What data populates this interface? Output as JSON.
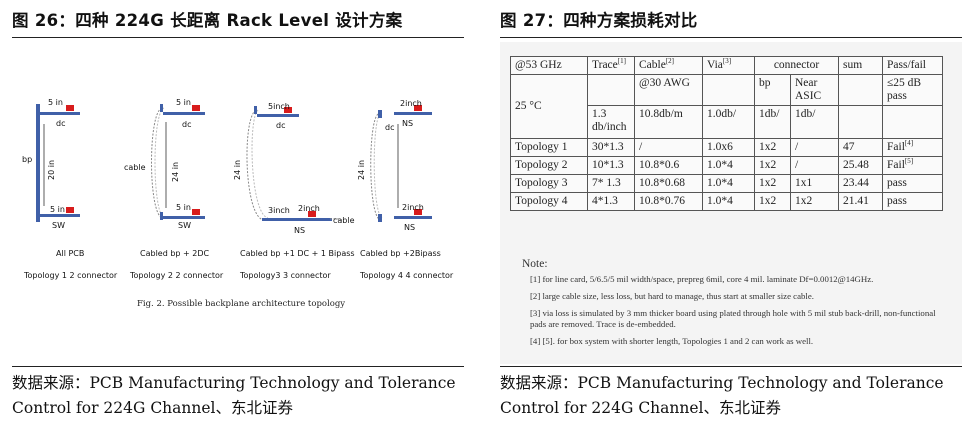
{
  "left": {
    "title": "图 26：四种 224G 长距离 Rack Level 设计方案",
    "source": "数据来源：PCB Manufacturing Technology and Tolerance Control for 224G Channel、东北证券",
    "diagram": {
      "bp": "bp",
      "t1": {
        "top_len": "5 in",
        "dc": "dc",
        "vert_len": "20 in",
        "bot_len": "5 in",
        "sw": "SW",
        "label": "All PCB",
        "caption": "Topology 1 2 connector"
      },
      "t2": {
        "top_len": "5 in",
        "dc": "dc",
        "cable": "cable",
        "vert_len": "24 in",
        "bot_len": "5 in",
        "sw": "SW",
        "label": "Cabled bp + 2DC",
        "caption": "Topology 2  2 connector"
      },
      "t3": {
        "top_len": "5inch",
        "dc": "dc",
        "vert_len": "24 in",
        "len_a": "3inch",
        "len_b": "2inch",
        "ns": "NS",
        "cable": "cable",
        "label": "Cabled bp +1 DC + 1 Bipass",
        "caption": "Topology3  3 connector"
      },
      "t4": {
        "top_len": "2inch",
        "dc": "dc",
        "ns_top": "NS",
        "vert_len": "24 in",
        "bot_len": "2inch",
        "ns_bot": "NS",
        "label": "Cabled bp +2Bipass",
        "caption": "Topology 4  4 connector"
      },
      "fig_caption": "Fig. 2. Possible backplane architecture topology"
    }
  },
  "right": {
    "title": "图 27：四种方案损耗对比",
    "source": "数据来源：PCB Manufacturing Technology and Tolerance Control for 224G Channel、东北证券",
    "table": {
      "h_freq": "@53 GHz",
      "h_trace": "Trace",
      "h_trace_ref": "[1]",
      "h_cable": "Cable",
      "h_cable_ref": "[2]",
      "h_via": "Via",
      "h_via_ref": "[3]",
      "h_connector": "connector",
      "h_sum": "sum",
      "h_pass": "Pass/fail",
      "temp": "25 °C",
      "cable_awg": "@30 AWG",
      "conn_bp": "bp",
      "conn_near": "Near ASIC",
      "pass_crit": "≤25 dB pass",
      "unit_trace": "1.3 db/inch",
      "unit_cable": "10.8db/m",
      "unit_via": "1.0db/",
      "unit_bp": "1db/",
      "unit_near": "1db/",
      "rows": [
        {
          "name": "Topology 1",
          "trace": "30*1.3",
          "cable": "/",
          "via": "1.0x6",
          "bp": "1x2",
          "near": "/",
          "sum": "47",
          "pass": "Fail",
          "ref": "[4]"
        },
        {
          "name": "Topology 2",
          "trace": "10*1.3",
          "cable": "10.8*0.6",
          "via": "1.0*4",
          "bp": "1x2",
          "near": "/",
          "sum": "25.48",
          "pass": "Fail",
          "ref": "[5]"
        },
        {
          "name": "Topology 3",
          "trace": "7* 1.3",
          "cable": "10.8*0.68",
          "via": "1.0*4",
          "bp": "1x2",
          "near": "1x1",
          "sum": "23.44",
          "pass": "pass",
          "ref": ""
        },
        {
          "name": "Topology 4",
          "trace": "4*1.3",
          "cable": "10.8*0.76",
          "via": "1.0*4",
          "bp": "1x2",
          "near": "1x2",
          "sum": "21.41",
          "pass": "pass",
          "ref": ""
        }
      ]
    },
    "notes": {
      "head": "Note:",
      "n1": "[1] for line card, 5/6.5/5 mil width/space, prepreg 6mil, core 4 mil. laminate Df=0.0012@14GHz.",
      "n2": "[2] large cable size, less loss, but hard to manage, thus start at smaller size cable.",
      "n3": "[3] via loss is simulated by 3 mm thicker board using plated through hole with 5 mil stub back-drill, non-functional pads are removed. Trace is de-embedded.",
      "n4": "[4] [5]. for box system with shorter length, Topologies 1 and 2 can work as well."
    }
  }
}
